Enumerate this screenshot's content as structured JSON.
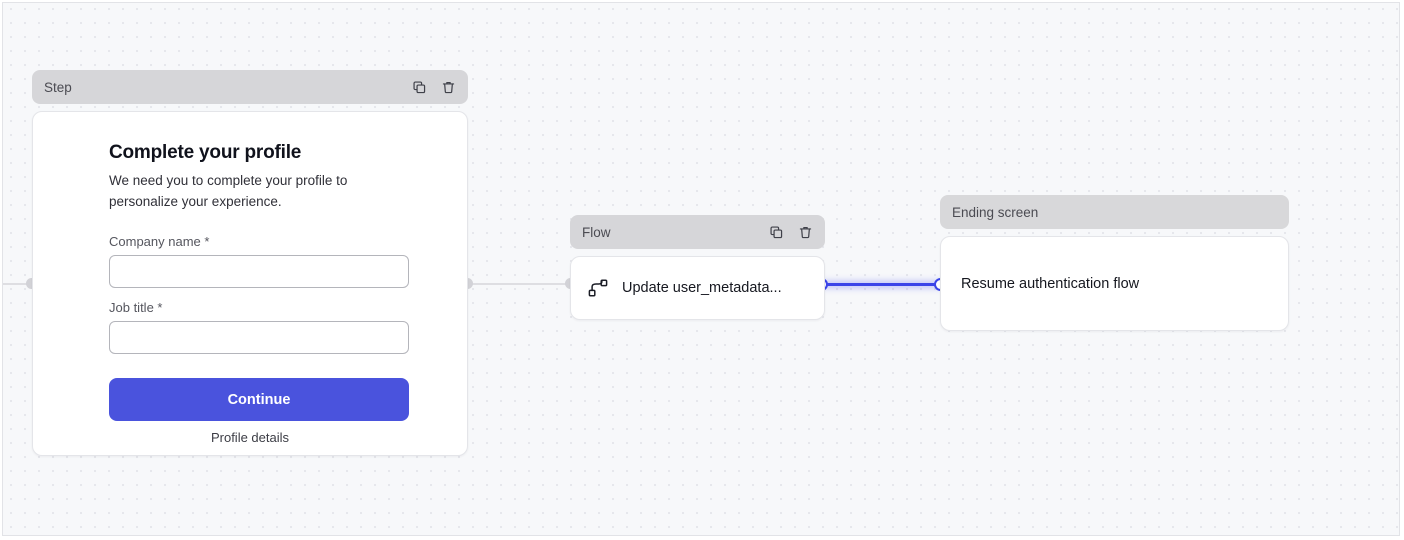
{
  "canvas": {
    "background_color": "#f7f8fa",
    "dot_color": "#e6e7ec"
  },
  "accent_color": "#4a53dd",
  "edge_color": "#3b45e8",
  "nodes": {
    "step": {
      "header_label": "Step",
      "caption": "Profile details",
      "actions": [
        {
          "name": "duplicate-icon",
          "label": "Duplicate"
        },
        {
          "name": "delete-icon",
          "label": "Delete"
        }
      ],
      "form": {
        "title": "Complete your profile",
        "subtitle": "We need you to complete your profile to personalize your experience.",
        "fields": [
          {
            "label": "Company name *",
            "value": "",
            "placeholder": ""
          },
          {
            "label": "Job title *",
            "value": "",
            "placeholder": ""
          }
        ],
        "submit_label": "Continue"
      }
    },
    "flow": {
      "header_label": "Flow",
      "actions": [
        {
          "name": "duplicate-icon",
          "label": "Duplicate"
        },
        {
          "name": "delete-icon",
          "label": "Delete"
        }
      ],
      "icon": "flow-icon",
      "label": "Update user_metadata..."
    },
    "ending": {
      "header_label": "Ending screen",
      "label": "Resume authentication flow"
    }
  }
}
